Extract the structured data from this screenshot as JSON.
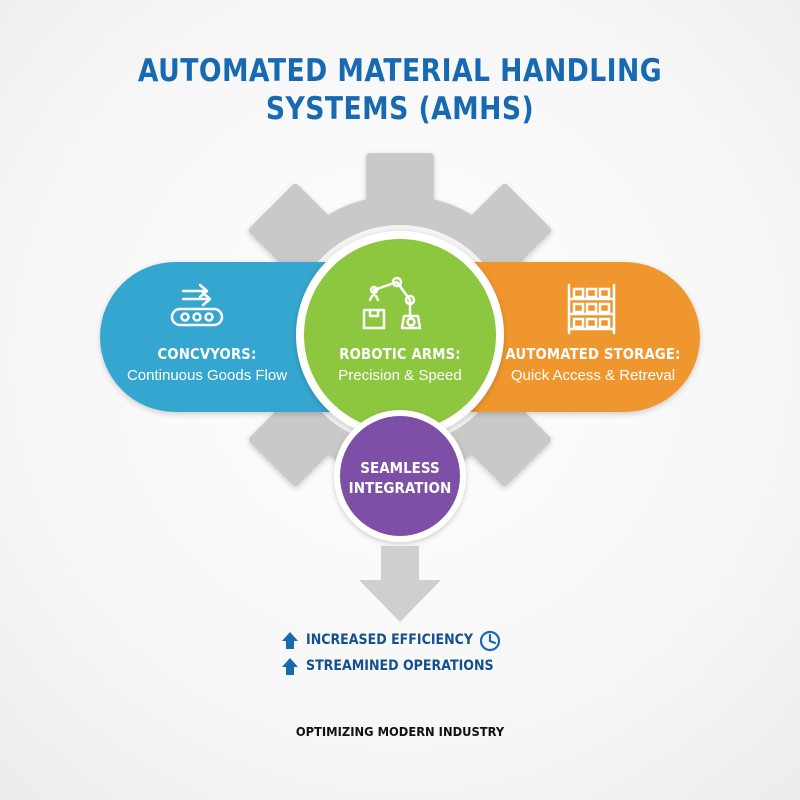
{
  "title": {
    "line1": "AUTOMATED MATERIAL HANDLING",
    "line2": "SYSTEMS (AMHS)"
  },
  "components": [
    {
      "heading": "CONCVYORS:",
      "subtitle": "Continuous Goods Flow",
      "color": "#36a6cf",
      "icon": "conveyor-icon"
    },
    {
      "heading": "ROBOTIC ARMS:",
      "subtitle": "Precision & Speed",
      "color": "#8dc63f",
      "icon": "robotic-arm-icon"
    },
    {
      "heading": "AUTOMATED STORAGE:",
      "subtitle": "Quick Access & Retreval",
      "color": "#f0962e",
      "icon": "storage-rack-icon"
    }
  ],
  "integration": {
    "line1": "SEAMLESS",
    "line2": "INTEGRATION",
    "color": "#7d4fa6"
  },
  "benefits": [
    {
      "label": "INCREASED EFFICIENCY",
      "icon": "up-arrow-icon",
      "extra_icon": "clock-icon"
    },
    {
      "label": "STREAMINED OPERATIONS",
      "icon": "up-arrow-icon"
    }
  ],
  "footer": "OPTIMIZING MODERN INDUSTRY",
  "colors": {
    "title": "#1769b1",
    "gear": "#c9c9c9",
    "benefit_text": "#13508f"
  }
}
